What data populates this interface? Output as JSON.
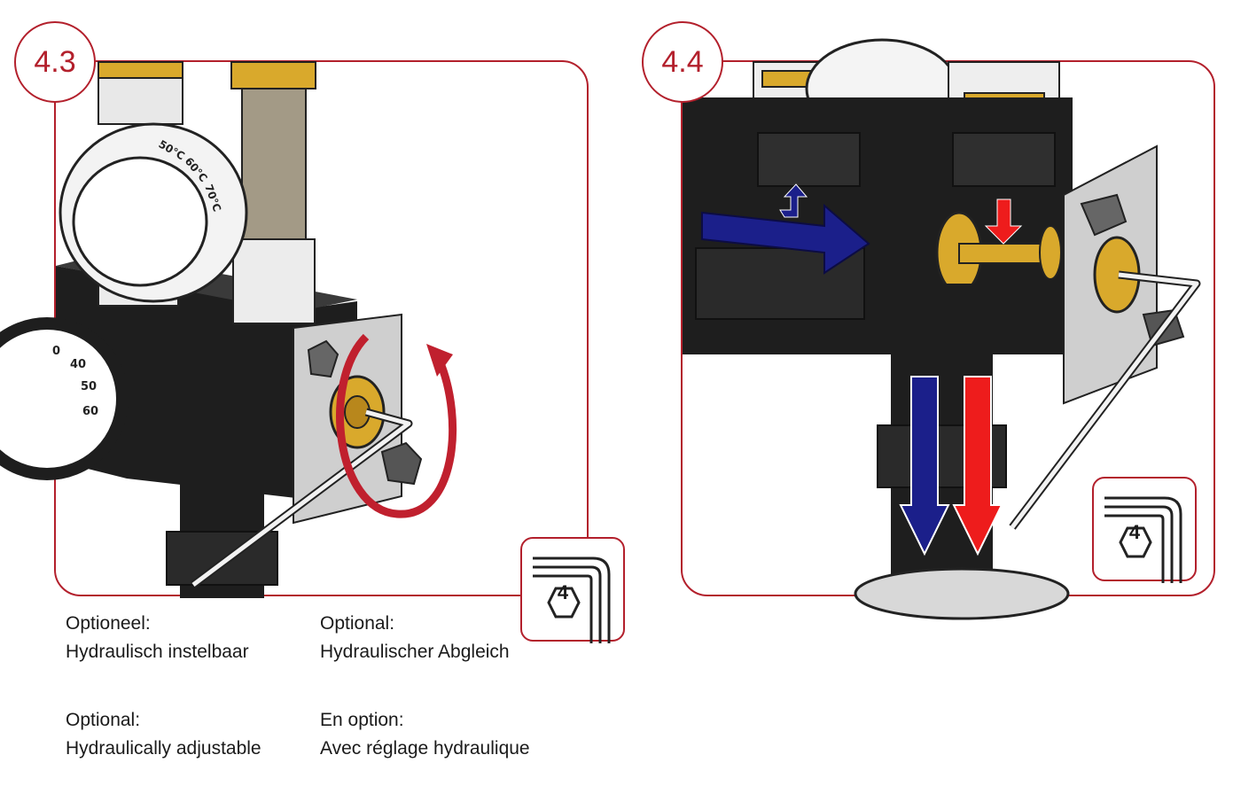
{
  "steps": [
    {
      "number": "4.3",
      "tool_size": "4"
    },
    {
      "number": "4.4",
      "tool_size": "4"
    }
  ],
  "gauge_ticks": [
    "0",
    "40",
    "50",
    "60"
  ],
  "valve_scale": [
    "50°C",
    "60°C",
    "70°C"
  ],
  "captions": {
    "nl": {
      "heading": "Optioneel:",
      "text": "Hydraulisch instelbaar"
    },
    "de": {
      "heading": "Optional:",
      "text": "Hydraulischer Abgleich"
    },
    "en": {
      "heading": "Optional:",
      "text": "Hydraulically adjustable"
    },
    "fr": {
      "heading": "En option:",
      "text": "Avec réglage hydraulique"
    }
  },
  "colors": {
    "frame": "#b3202c",
    "rotation_arrow": "#c0202e",
    "flow_cold": "#1b1f8a",
    "flow_hot": "#ee1c1c",
    "brass": "#d9a92c",
    "body": "#1e1e1e"
  },
  "icons": [
    "rotation-arrow-icon",
    "hex-key-icon",
    "flow-arrow-icon"
  ]
}
